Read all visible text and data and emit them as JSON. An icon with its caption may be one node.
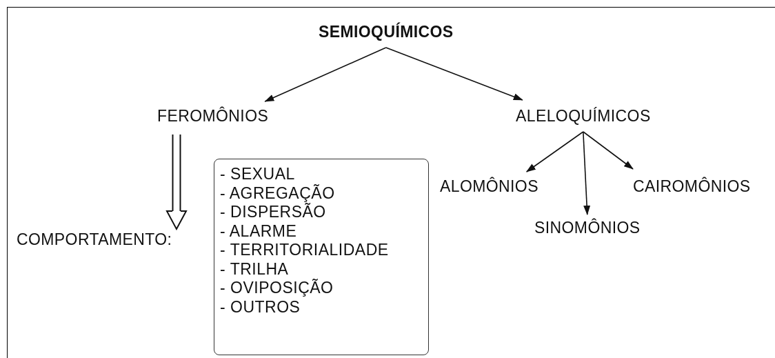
{
  "diagram": {
    "nodes": [
      {
        "text": [
          "SEMIOQUÍMICOS"
        ]
      },
      {
        "text": [
          "FEROMÔNIOS"
        ]
      },
      {
        "text": [
          "ALELOQUÍMICOS"
        ]
      },
      {
        "text": [
          "COMPORTAMENTO:"
        ]
      },
      {
        "text": [
          "- SEXUAL",
          "- AGREGAÇÃO",
          "- DISPERSÃO",
          "- ALARME",
          "- TERRITORIALIDADE",
          "- TRILHA",
          "- OVIPOSIÇÃO",
          "- OUTROS"
        ]
      },
      {
        "text": [
          "ALOMÔNIOS"
        ]
      },
      {
        "text": [
          "SINOMÔNIOS"
        ]
      },
      {
        "text": [
          "CAIROMÔNIOS"
        ]
      }
    ],
    "edges": [
      {
        "from": 0,
        "to": 1,
        "arrow": "to"
      },
      {
        "from": 0,
        "to": 2,
        "arrow": "to"
      },
      {
        "from": 1,
        "to": 3,
        "arrow": "to",
        "style": "thick"
      },
      {
        "from": 2,
        "to": 5,
        "arrow": "to"
      },
      {
        "from": 2,
        "to": 6,
        "arrow": "to"
      },
      {
        "from": 2,
        "to": 7,
        "arrow": "to"
      }
    ]
  }
}
